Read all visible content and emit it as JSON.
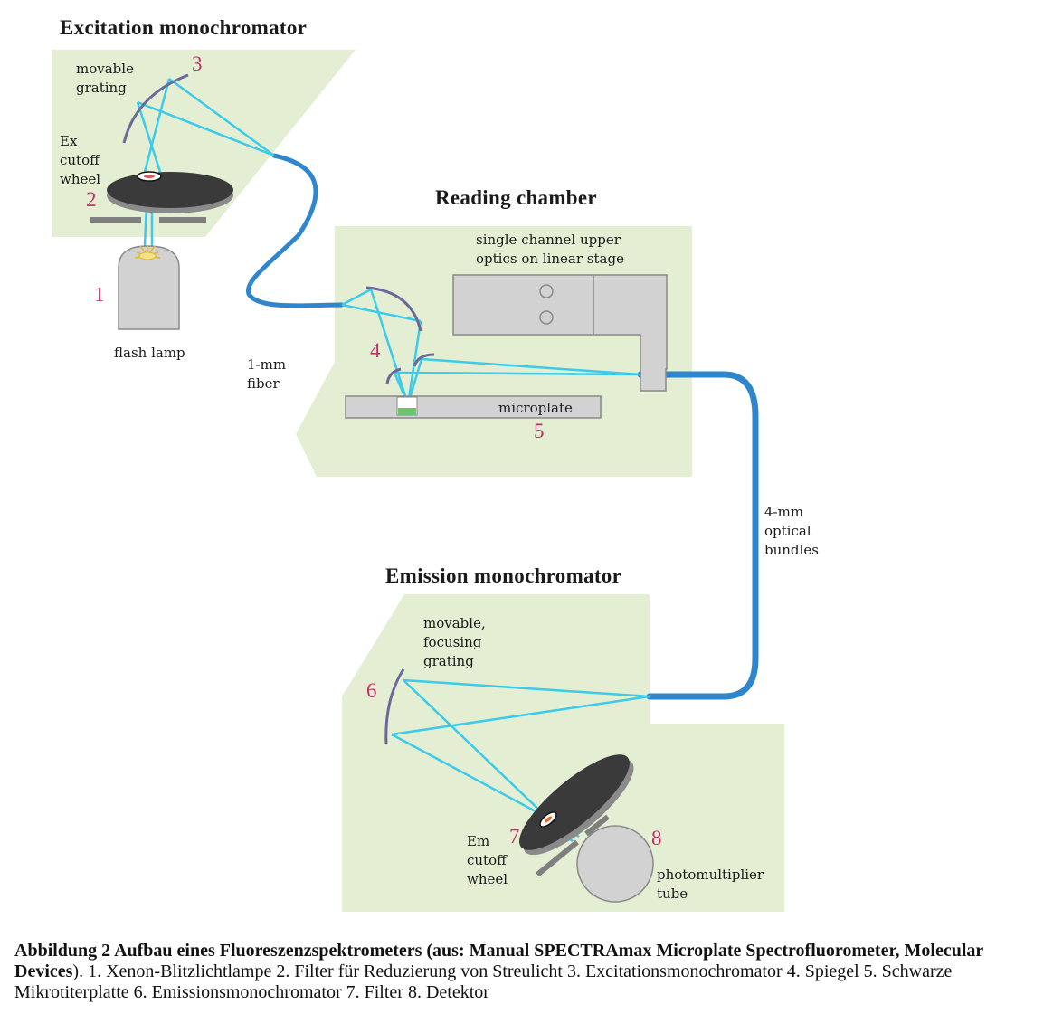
{
  "titles": {
    "excitation": "Excitation monochromator",
    "reading": "Reading chamber",
    "emission": "Emission monochromator"
  },
  "labels": {
    "movable_grating": "movable\ngrating",
    "ex_cutoff_wheel": "Ex\ncutoff\nwheel",
    "flash_lamp": "flash lamp",
    "fiber_1mm": "1-mm\nfiber",
    "upper_optics": "single channel upper\noptics on linear stage",
    "microplate": "microplate",
    "optical_bundles": "4-mm\noptical\nbundles",
    "focusing_grating": "movable,\nfocusing\ngrating",
    "em_cutoff_wheel": "Em\ncutoff\nwheel",
    "pmt": "photomultiplier\ntube"
  },
  "numbers": {
    "n1": "1",
    "n2": "2",
    "n3": "3",
    "n4": "4",
    "n5": "5",
    "n6": "6",
    "n7": "7",
    "n8": "8"
  },
  "caption": {
    "bold": "Abbildung 2  Aufbau eines Fluoreszenzspektrometers (aus: Manual SPECTRAmax Microplate Spectrofluorometer,  Molecular Devices",
    "rest": "). 1. Xenon-Blitzlichtlampe 2. Filter für Reduzierung von Streulicht 3. Excitationsmonochromator 4. Spiegel 5. Schwarze Mikrotiterplatte 6. Emissionsmonochromator 7. Filter 8. Detektor"
  },
  "colors": {
    "panel": "#e3eed2",
    "beam": "#3ccbea",
    "fiber": "#2f86cc",
    "grating": "#6a6a9a",
    "housing": "#d2d2d2",
    "number": "#c0316b"
  }
}
